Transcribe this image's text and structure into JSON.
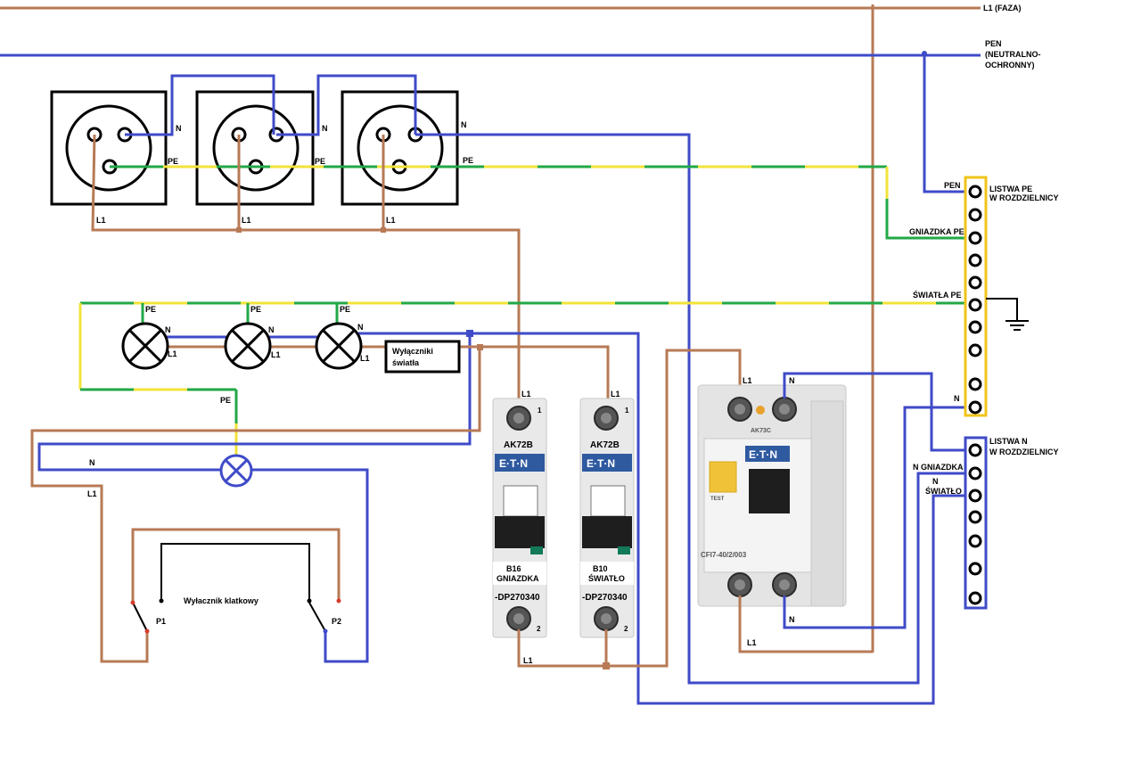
{
  "colors": {
    "phase": "#b77a55",
    "neutral": "#3f4bc8",
    "pe_green": "#22a847",
    "pe_yellow": "#f2e33a",
    "busbar_frame": "#f0c419",
    "device_body": "#e9e9e9",
    "breaker_black": "#1e1e1e",
    "eaton_blue": "#2f5aa0",
    "test_button": "#f0c238",
    "contact_red": "#d43c2a"
  },
  "labels": {
    "l1_faza": "L1 (FAZA)",
    "pen_line1": "PEN",
    "pen_line2": "(NEUTRALNO-",
    "pen_line3": "OCHRONNY)",
    "n": "N",
    "pe": "PE",
    "l1": "L1",
    "pen": "PEN",
    "listwa_pe_1": "LISTWA PE",
    "listwa_pe_2": "W ROZDZIELNICY",
    "gniazdka_pe": "GNIAZDKA PE",
    "swiatla_pe": "ŚWIATŁA PE",
    "listwa_n_1": "LISTWA N",
    "listwa_n_2": "W ROZDZIELNICY",
    "n_gniazdka": "N GNIAZDKA",
    "n_swiatlo_n": "N",
    "n_swiatlo": "ŚWIATŁO",
    "switches_1": "Wyłączniki",
    "switches_2": "światła",
    "stair_switch": "Wyłacznik klatkowy",
    "p1": "P1",
    "p2": "P2",
    "term_1": "1",
    "term_2": "2"
  },
  "breakers": [
    {
      "model": "AK72B",
      "brand": "E·T·N",
      "rating": "B16",
      "purpose": "GNIAZDKA",
      "code": "-DP270340"
    },
    {
      "model": "AK72B",
      "brand": "E·T·N",
      "rating": "B10",
      "purpose": "ŚWIATŁO",
      "code": "-DP270340"
    }
  ],
  "rcd": {
    "brand": "E·T·N",
    "model": "AK73C",
    "test": "TEST",
    "code": "CFI7-40/2/003"
  }
}
